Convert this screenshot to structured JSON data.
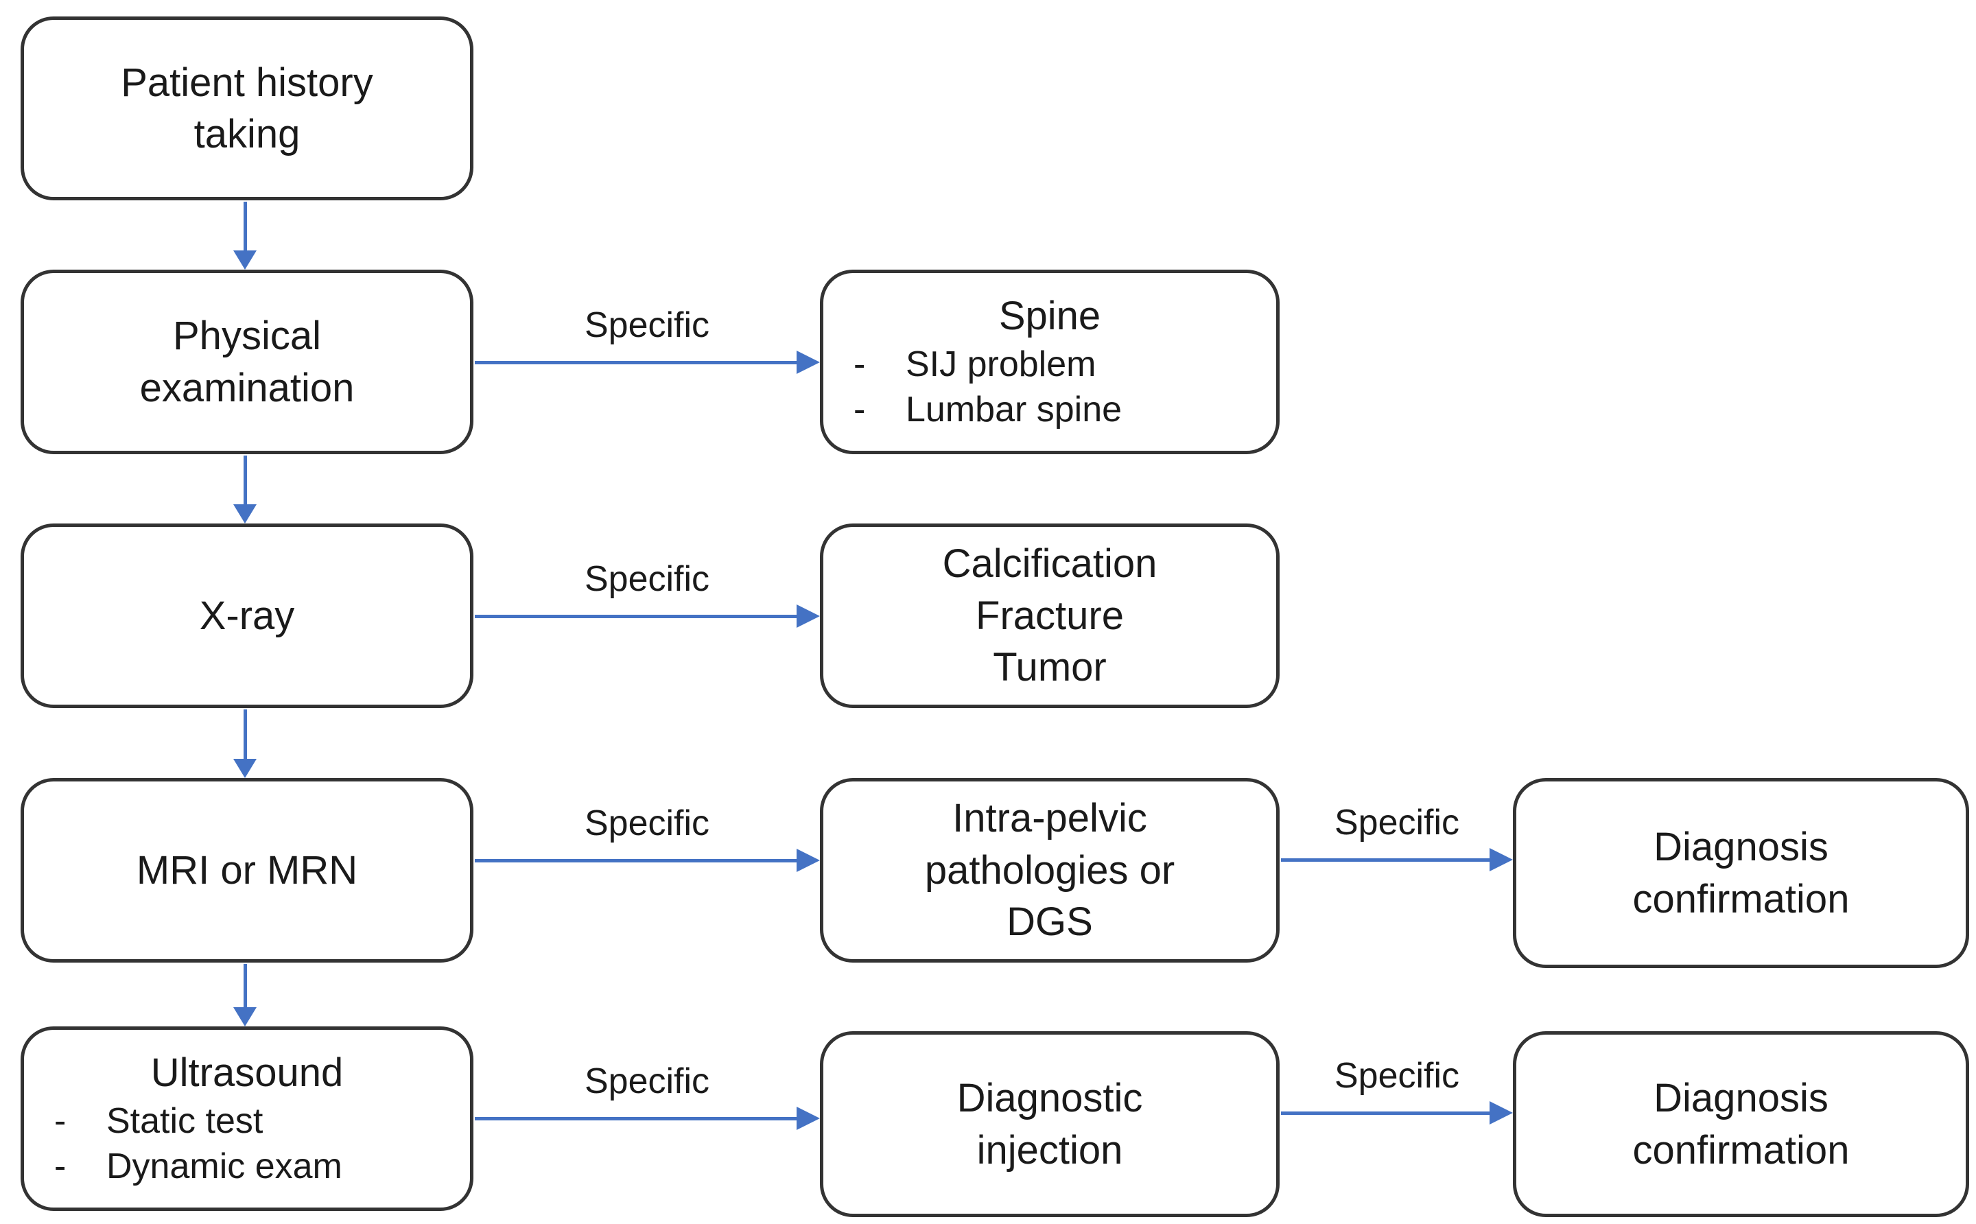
{
  "nodes": {
    "patient_history": {
      "line1": "Patient history",
      "line2": "taking"
    },
    "physical_examination": {
      "line1": "Physical",
      "line2": "examination"
    },
    "xray": {
      "line1": "X-ray"
    },
    "mri_mrn": {
      "line1": "MRI or MRN"
    },
    "ultrasound": {
      "title": "Ultrasound",
      "bullet_marker": "-",
      "bullet1": "Static test",
      "bullet2": "Dynamic exam"
    },
    "spine": {
      "title": "Spine",
      "bullet_marker": "-",
      "bullet1": "SIJ problem",
      "bullet2": "Lumbar spine"
    },
    "xray_findings": {
      "line1": "Calcification",
      "line2": "Fracture",
      "line3": "Tumor"
    },
    "intra_pelvic": {
      "line1": "Intra-pelvic",
      "line2": "pathologies or",
      "line3": "DGS"
    },
    "diagnostic_injection": {
      "line1": "Diagnostic",
      "line2": "injection"
    },
    "diagnosis_confirmation_mri": {
      "line1": "Diagnosis",
      "line2": "confirmation"
    },
    "diagnosis_confirmation_us": {
      "line1": "Diagnosis",
      "line2": "confirmation"
    }
  },
  "arrow_labels": {
    "physical_to_spine": "Specific",
    "xray_to_findings": "Specific",
    "mri_to_intrapelvic": "Specific",
    "intrapelvic_to_diagnosis": "Specific",
    "ultrasound_to_injection": "Specific",
    "injection_to_diagnosis": "Specific"
  },
  "colors": {
    "arrow": "#4472C4",
    "node_border": "#333333",
    "text": "#1a1a1a",
    "background": "#ffffff"
  }
}
